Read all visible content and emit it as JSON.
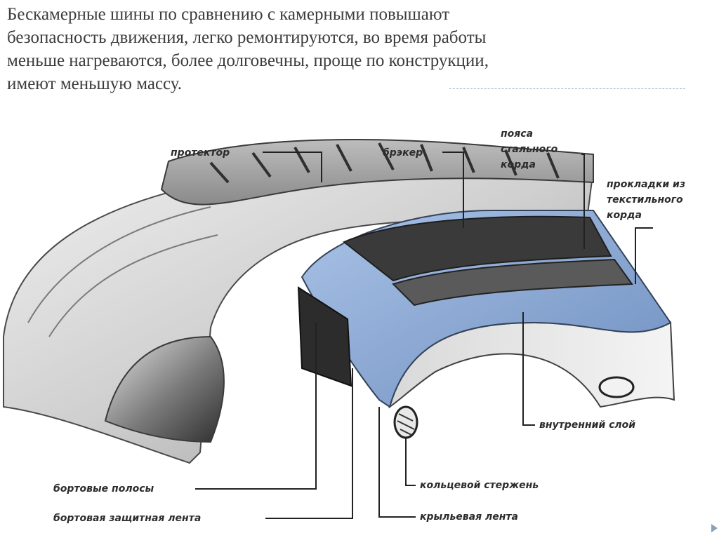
{
  "intro": {
    "lines": [
      "Бескамерные шины по сравнению с камерными повышают",
      "безопасность движения, легко ремонтируются, во время работы",
      "меньше нагреваются, более долговечны, проще по конструкции,",
      "имеют меньшую массу."
    ]
  },
  "labels": {
    "protektor": "протектор",
    "breaker": "брэкер",
    "steel_cord": [
      "пояса",
      "стального",
      "корда"
    ],
    "textile_plies": [
      "прокладки из",
      "текстильного",
      "корда"
    ],
    "inner_layer": "внутренний слой",
    "bead_strips": "бортовые полосы",
    "bead_protective_tape": "бортовая защитная лента",
    "ring_core": "кольцевой стержень",
    "wing_tape": "крыльевая лента"
  },
  "colors": {
    "text": "#3c3c3c",
    "label_text": "#2c2c2c",
    "leader": "#222222",
    "rubber_light": "#d0d0d0",
    "rubber_mid": "#a8a8a8",
    "rubber_dark": "#555555",
    "cord_blue": "#8faed8",
    "cord_blue_dark": "#6f8fc0",
    "breaker_dark": "#3a3a3a",
    "divider": "#a6b7c8",
    "marker": "#8aa0b8"
  }
}
